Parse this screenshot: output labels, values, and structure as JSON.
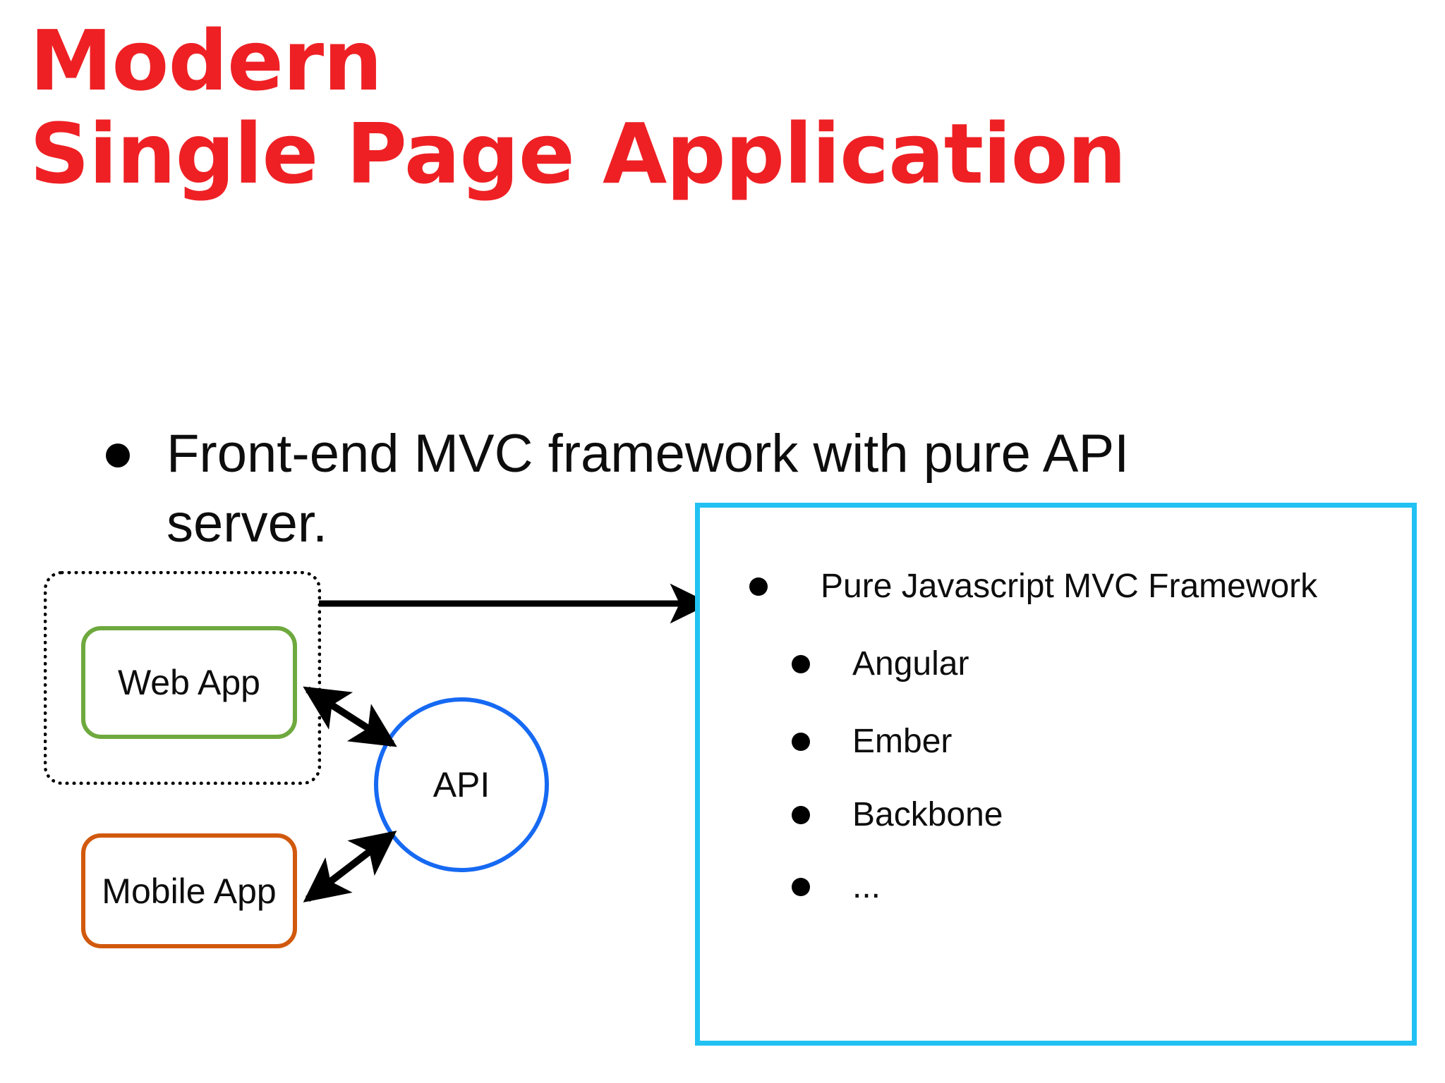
{
  "slide": {
    "title_line1": "Modern",
    "title_line2": "Single Page Application",
    "title_color": "#ee2024",
    "background": "#ffffff"
  },
  "main_bullet": {
    "text": "Front-end MVC framework with pure API server.",
    "bullet_glyph": "bullet-dot"
  },
  "diagram": {
    "client_group": {
      "name": "client-group-dotted-container",
      "border_style": "dotted",
      "border_color": "#000000"
    },
    "nodes": [
      {
        "id": "web-app",
        "label": "Web App",
        "border_color": "#6ea93e",
        "shape": "rounded-rect"
      },
      {
        "id": "mobile-app",
        "label": "Mobile App",
        "border_color": "#d1590d",
        "shape": "rounded-rect"
      },
      {
        "id": "api",
        "label": "API",
        "border_color": "#1669f2",
        "shape": "circle"
      }
    ],
    "connectors": [
      {
        "id": "webapp-to-api",
        "from": "web-app",
        "to": "api",
        "style": "double-headed-arrow",
        "color": "#000000"
      },
      {
        "id": "mobileapp-to-api",
        "from": "mobile-app",
        "to": "api",
        "style": "double-headed-arrow",
        "color": "#000000"
      },
      {
        "id": "client-group-to-framework-box",
        "from": "client-group",
        "to": "framework-box",
        "style": "single-headed-arrow",
        "color": "#000000"
      }
    ]
  },
  "framework_box": {
    "border_color": "#22c1f3",
    "items": [
      {
        "level": 0,
        "label": "Pure Javascript MVC Framework"
      },
      {
        "level": 1,
        "label": "Angular"
      },
      {
        "level": 1,
        "label": "Ember"
      },
      {
        "level": 1,
        "label": "Backbone"
      },
      {
        "level": 1,
        "label": "..."
      }
    ]
  }
}
